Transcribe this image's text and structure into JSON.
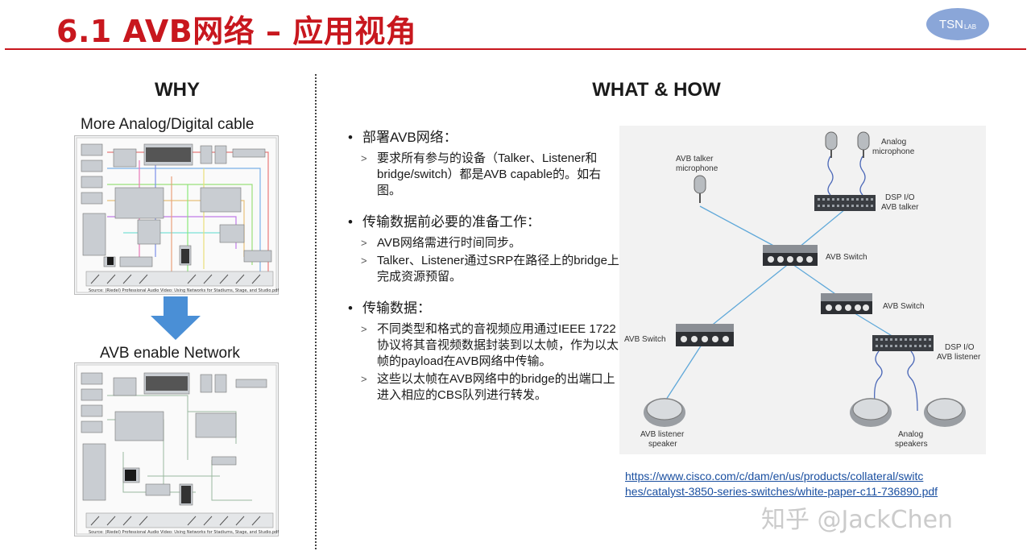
{
  "title": "6.1 AVB网络 – 应用视角",
  "logo": {
    "big": "TSN",
    "small": "LAB"
  },
  "why": {
    "heading": "WHY",
    "caption_top": "More Analog/Digital cable",
    "caption_bottom": "AVB enable Network",
    "source_top": "Source: (Riedel) Professional Audio Video: Using Networks for Stadiums, Stage, and Studio.pdf",
    "source_bottom": "Source: (Riedel) Professional Audio Video: Using Networks for Stadiums, Stage, and Studio.pdf"
  },
  "what": {
    "heading": "WHAT & HOW",
    "groups": [
      {
        "label": "部署AVB网络：",
        "items": [
          "要求所有参与的设备（Talker、Listener和bridge/switch）都是AVB capable的。如右图。"
        ]
      },
      {
        "label": "传输数据前必要的准备工作：",
        "items": [
          "AVB网络需进行时间同步。",
          "Talker、Listener通过SRP在路径上的bridge上完成资源预留。"
        ]
      },
      {
        "label": "传输数据：",
        "items": [
          "不同类型和格式的音视频应用通过IEEE 1722协议将其音视频数据封装到以太帧，作为以太帧的payload在AVB网络中传输。",
          "这些以太帧在AVB网络中的bridge的出端口上进入相应的CBS队列进行转发。"
        ]
      }
    ]
  },
  "network": {
    "analog_mic": [
      "Analog",
      "microphone"
    ],
    "talker_mic": [
      "AVB talker",
      "microphone"
    ],
    "dsp_talker": [
      "DSP I/O",
      "AVB talker"
    ],
    "switch_center": "AVB Switch",
    "switch_right": "AVB Switch",
    "switch_left": "AVB Switch",
    "dsp_listener": [
      "DSP I/O",
      "AVB listener"
    ],
    "listener_speaker": [
      "AVB listener",
      "speaker"
    ],
    "analog_speakers": [
      "Analog",
      "speakers"
    ]
  },
  "links": {
    "line1": "https://www.cisco.com/c/dam/en/us/products/collateral/switc",
    "line2": "hes/catalyst-3850-series-switches/white-paper-c11-736890.pdf"
  },
  "watermark": "知乎 @JackChen",
  "colors": {
    "title": "#c8171e",
    "link": "#1a4fa0",
    "arrow": "#4a8fd6",
    "network_line": "#5fa8d9"
  }
}
